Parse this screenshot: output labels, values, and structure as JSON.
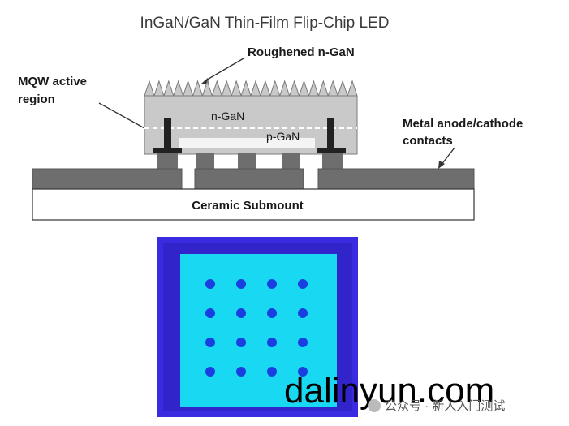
{
  "diagram": {
    "title": "InGaN/GaN Thin-Film Flip-Chip LED",
    "labels": {
      "roughened": "Roughened n-GaN",
      "mqw_line1": "MQW active",
      "mqw_line2": "region",
      "n_gan": "n-GaN",
      "p_gan": "p-GaN",
      "contacts_line1": "Metal anode/cathode",
      "contacts_line2": "contacts",
      "submount": "Ceramic Submount"
    }
  },
  "photo": {
    "dot_grid": {
      "rows": 4,
      "cols": 4
    },
    "colors": {
      "frame": "#3b2be0",
      "emission": "#19d8f2",
      "dots": "#1a3fe0"
    }
  },
  "watermark": {
    "site": "dalinyun.com",
    "account": "公众号 · 新人入门测试"
  },
  "colors": {
    "die": "#c9c9c9",
    "metal": "#6e6e6e",
    "metal_dark": "#222222"
  }
}
